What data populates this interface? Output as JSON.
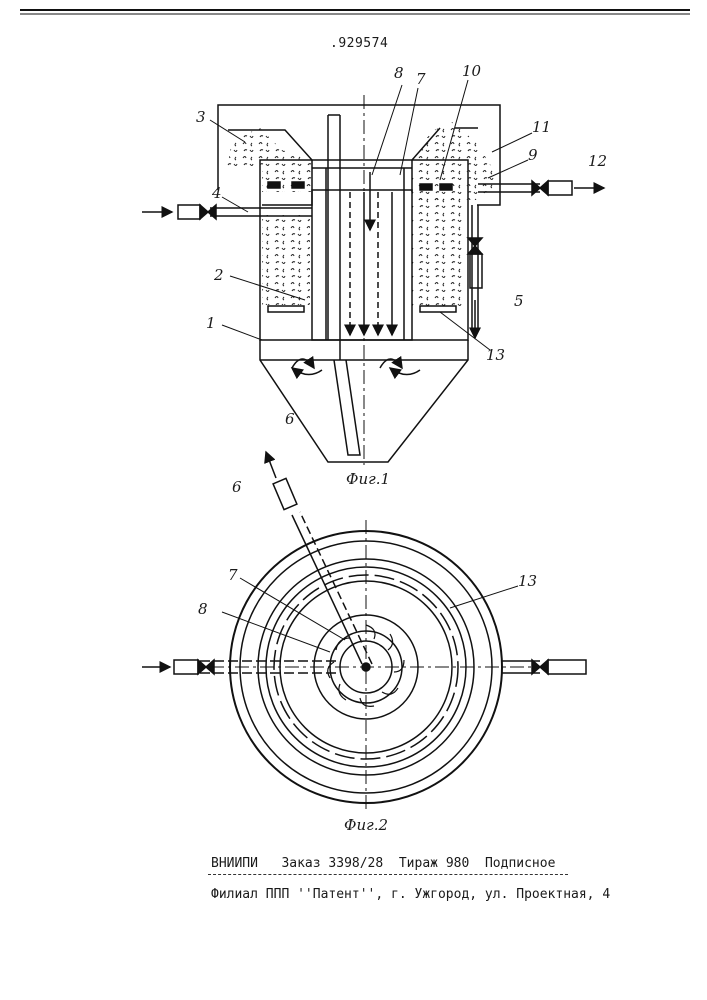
{
  "document": {
    "patent_number": ".929574",
    "fig1_caption": "Фиг.1",
    "fig2_caption": "Фиг.2",
    "labels": {
      "n1": "1",
      "n2": "2",
      "n3": "3",
      "n4": "4",
      "n5": "5",
      "n6": "6",
      "n7": "7",
      "n8": "8",
      "n9": "9",
      "n10": "10",
      "n11": "11",
      "n12": "12",
      "n13": "13",
      "f2_n6": "6",
      "f2_n7": "7",
      "f2_n8": "8",
      "f2_n13": "13"
    },
    "footer": {
      "org": "ВНИИПИ",
      "order": "Заказ 3398/28",
      "circulation": "Тираж 980",
      "subscription": "Подписное",
      "branch": "Филиал ППП ''Патент'', г. Ужгород, ул. Проектная, 4"
    }
  }
}
